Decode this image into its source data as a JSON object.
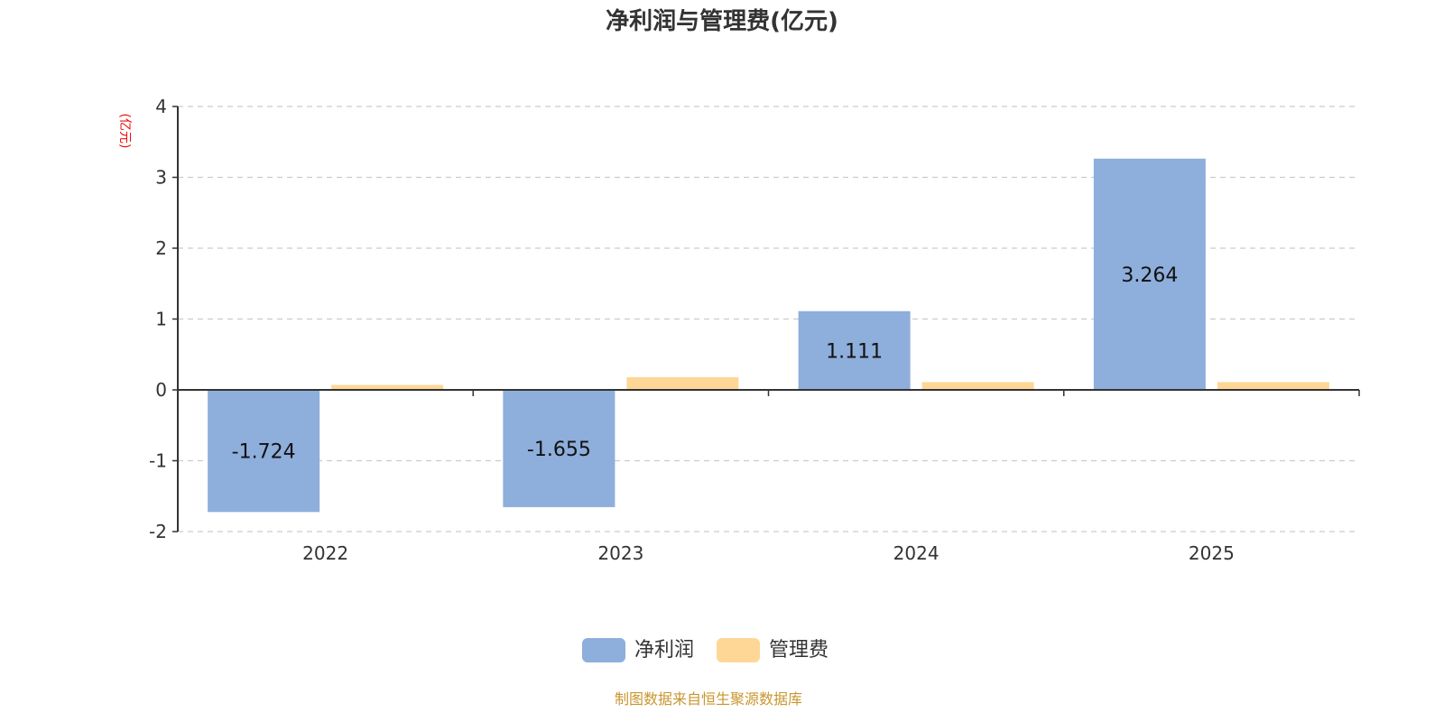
{
  "chart_data": {
    "type": "bar",
    "title": "净利润与管理费(亿元)",
    "ylabel": "(亿元)",
    "xlabel": "",
    "categories": [
      "2022",
      "2023",
      "2024",
      "2025"
    ],
    "series": [
      {
        "name": "净利润",
        "color": "#8eaedb",
        "values": [
          -1.724,
          -1.655,
          1.111,
          3.264
        ],
        "labels": [
          "-1.724",
          "-1.655",
          "1.111",
          "3.264"
        ]
      },
      {
        "name": "管理费",
        "color": "#fed797",
        "values": [
          0.07,
          0.18,
          0.11,
          0.11
        ]
      }
    ],
    "ylim": [
      -2,
      4
    ],
    "yticks": [
      "-2",
      "-1",
      "0",
      "1",
      "2",
      "3",
      "4"
    ],
    "grid": true,
    "legend_position": "bottom-center"
  },
  "footer": {
    "source": "制图数据来自恒生聚源数据库"
  }
}
